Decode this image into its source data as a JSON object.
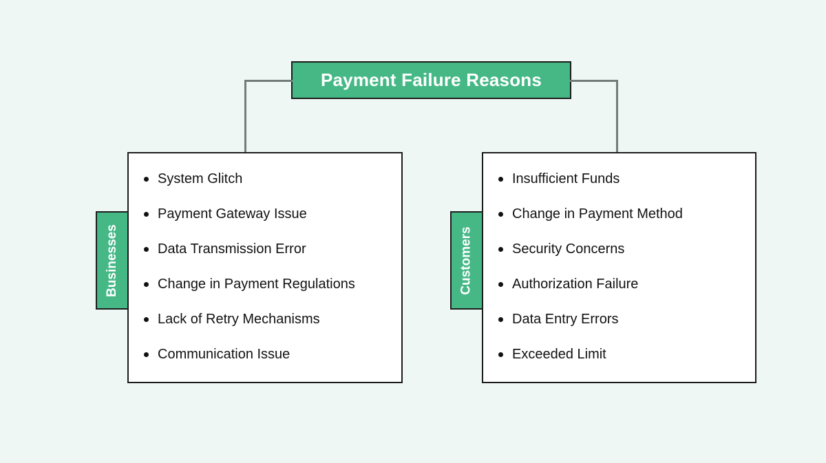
{
  "canvas": {
    "background_color": "#eff7f4",
    "accent_color": "#45b886",
    "border_color": "#1c1c1c",
    "connector_color": "#737b7b",
    "panel_background": "#ffffff",
    "text_color": "#111111"
  },
  "diagram": {
    "type": "tree",
    "title": "Payment Failure Reasons",
    "branches": [
      {
        "tab_label": "Businesses",
        "items": [
          "System Glitch",
          "Payment Gateway Issue",
          "Data Transmission Error",
          "Change in Payment Regulations",
          "Lack of Retry Mechanisms",
          "Communication Issue"
        ]
      },
      {
        "tab_label": "Customers",
        "items": [
          "Insufficient Funds",
          "Change in Payment Method",
          "Security Concerns",
          "Authorization Failure",
          "Data Entry Errors",
          "Exceeded Limit"
        ]
      }
    ]
  }
}
